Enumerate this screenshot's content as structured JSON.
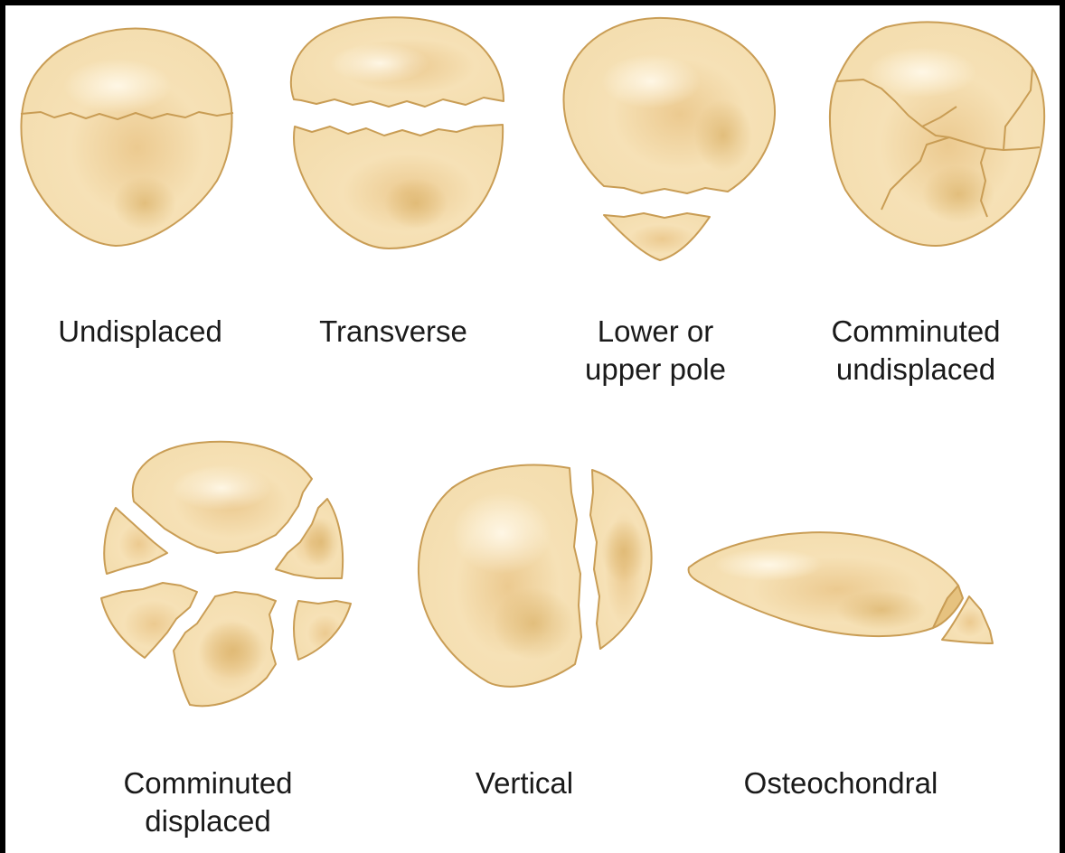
{
  "colors": {
    "frame": "#000000",
    "background": "#ffffff",
    "bone_fill": "#f5dfb1",
    "bone_shadow": "#e2bf7f",
    "bone_highlight": "#fff6e2",
    "outline": "#c99d55",
    "cartilage": "#e8c98d",
    "text": "#1a1a1a"
  },
  "fractures": [
    {
      "id": "undisplaced",
      "label": "Undisplaced",
      "icon": "patella-undisplaced-icon"
    },
    {
      "id": "transverse",
      "label": "Transverse",
      "icon": "patella-transverse-icon"
    },
    {
      "id": "pole",
      "label": "Lower or\nupper pole",
      "icon": "patella-pole-icon"
    },
    {
      "id": "comminuted-undisplaced",
      "label": "Comminuted\nundisplaced",
      "icon": "patella-comminuted-undisplaced-icon"
    },
    {
      "id": "comminuted-displaced",
      "label": "Comminuted\ndisplaced",
      "icon": "patella-comminuted-displaced-icon"
    },
    {
      "id": "vertical",
      "label": "Vertical",
      "icon": "patella-vertical-icon"
    },
    {
      "id": "osteochondral",
      "label": "Osteochondral",
      "icon": "patella-osteochondral-icon"
    }
  ]
}
